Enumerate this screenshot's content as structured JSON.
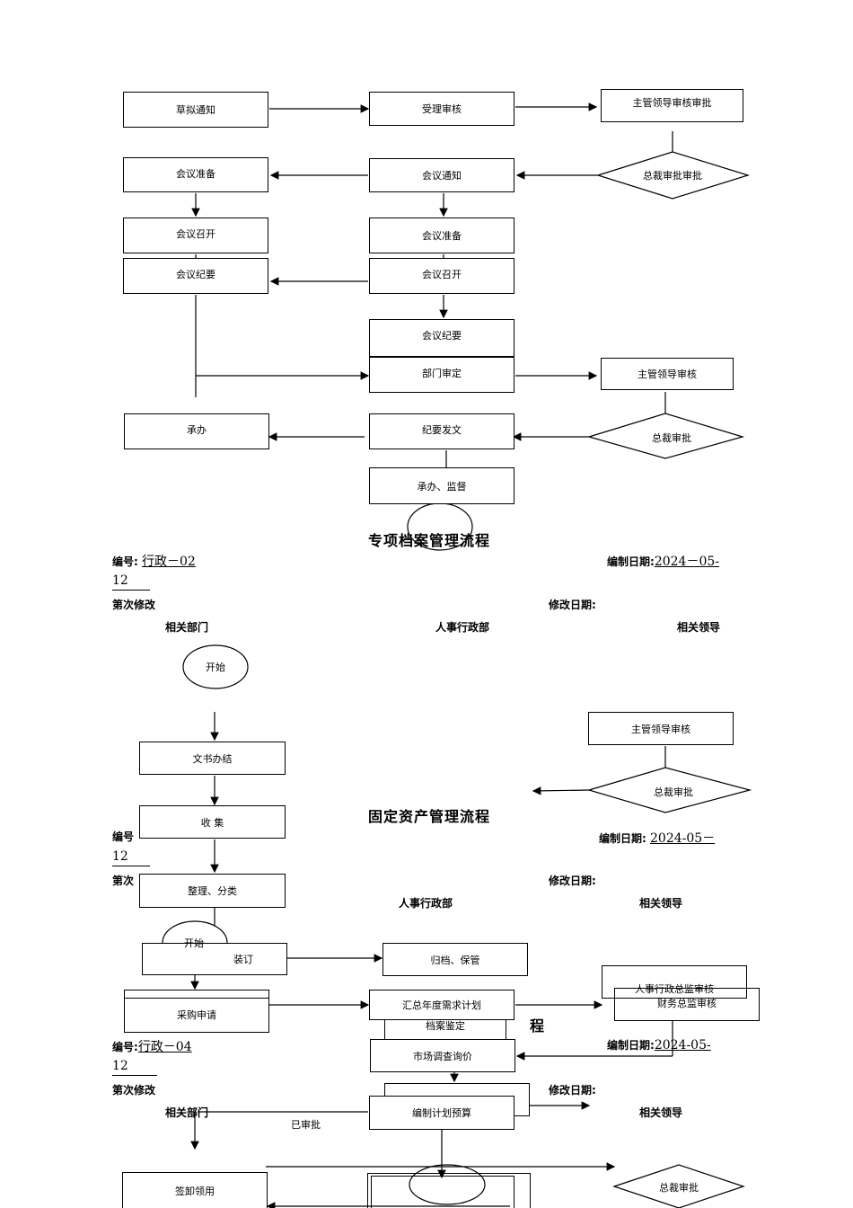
{
  "meeting_flow": {
    "draft_notice": "草拟通知",
    "accept_review": "受理审核",
    "leader_review_approve": "主管领导审核审批",
    "president_approve": "总裁审批审批",
    "meeting_prep_left": "会议准备",
    "meeting_notice": "会议通知",
    "meeting_open_left": "会议召开",
    "meeting_prep_mid": "会议准备",
    "meeting_minutes_left": "会议纪要",
    "meeting_open_mid": "会议召开",
    "meeting_minutes_mid": "会议纪要",
    "dept_review": "部门审定",
    "leader_review": "主管领导审核",
    "undertake": "承办",
    "minutes_issue": "纪要发文",
    "president_approve2": "总裁审批",
    "undertake_supervise": "承办、监督"
  },
  "archive_flow": {
    "title": "专项档案管理流程",
    "code_label": "编号:",
    "code_value": "行政－02",
    "date_label": "编制日期:",
    "date_value": "2024－05-",
    "date_cont": "12",
    "revision_label": "第次修改",
    "revision_date_label": "修改日期:",
    "col_related_dept": "相关部门",
    "col_hr_admin": "人事行政部",
    "col_related_leader": "相关领导",
    "start": "开始",
    "doc_finish": "文书办结",
    "leader_review": "主管领导审核",
    "president_approve": "总裁审批",
    "collect": "收  集",
    "sort_classify": "整理、分类",
    "bind": "装订",
    "archive_keep": "归档、保管",
    "archive_appraise": "档案鉴定"
  },
  "asset_flow": {
    "title": "固定资产管理流程",
    "code_label": "编号",
    "date_label": "编制日期:",
    "date_value": "2024-05－",
    "date_cont": "12",
    "revision_label": "第次",
    "revision_date_label": "修改日期:",
    "col_hr_admin": "人事行政部",
    "col_related_leader": "相关领导",
    "start": "开始",
    "purchase_request": "采购申请",
    "annual_plan": "汇总年度需求计划",
    "hr_director_review": "人事行政总监审核",
    "finance_director_review": "财务总监审核",
    "market_inquiry": "市场调查询价",
    "plan_budget": "编制计划预算",
    "approved": "已审批",
    "sign_use": "签卸领用",
    "president_approve": "总裁审批"
  },
  "public_flow": {
    "title_tail": "程",
    "code_label": "编号:",
    "code_value": "行政－04",
    "date_label": "编制日期:",
    "date_value": "2024-05-",
    "date_cont": "12",
    "revision_label": "第次修改",
    "revision_date_label": "修改日期:",
    "col_related_dept": "相关部门",
    "col_related_leader": "相关领导"
  }
}
